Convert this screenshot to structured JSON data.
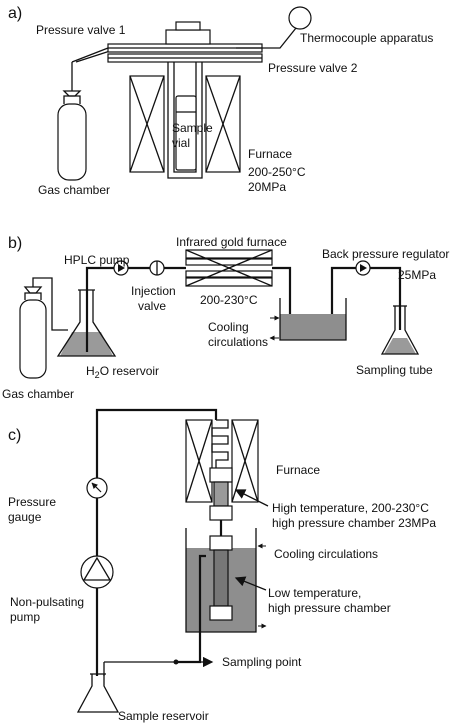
{
  "panels": {
    "a": {
      "tag": "a)",
      "pressure_valve_1": "Pressure valve 1",
      "thermocouple": "Thermocouple apparatus",
      "pressure_valve_2": "Pressure valve 2",
      "sample_vial_line1": "Sample",
      "sample_vial_line2": "vial",
      "furnace": "Furnace",
      "temp": "200-250°C",
      "pressure": "20MPa",
      "gas_chamber": "Gas chamber"
    },
    "b": {
      "tag": "b)",
      "hplc_pump": "HPLC pump",
      "infrared_furnace": "Infrared gold furnace",
      "back_pressure_regulator": "Back pressure regulator",
      "bpr_pressure": "25MPa",
      "injection_line1": "Injection",
      "injection_line2": "valve",
      "temp": "200-230°C",
      "cooling_line1": "Cooling",
      "cooling_line2": "circulations",
      "h2o_h": "H",
      "h2o_sub": "2",
      "h2o_rest": "O reservoir",
      "sampling_tube": "Sampling tube",
      "gas_chamber": "Gas chamber"
    },
    "c": {
      "tag": "c)",
      "furnace": "Furnace",
      "pressure_line1": "Pressure",
      "pressure_line2": "gauge",
      "high_temp_line1": "High temperature,  200-230°C",
      "high_temp_line2": "high pressure chamber 23MPa",
      "cooling": "Cooling circulations",
      "low_temp_line1": "Low temperature,",
      "low_temp_line2": "high pressure chamber",
      "pump_line1": "Non-pulsating",
      "pump_line2": "pump",
      "sampling_point": "Sampling point",
      "sample_reservoir": "Sample reservoir"
    }
  }
}
